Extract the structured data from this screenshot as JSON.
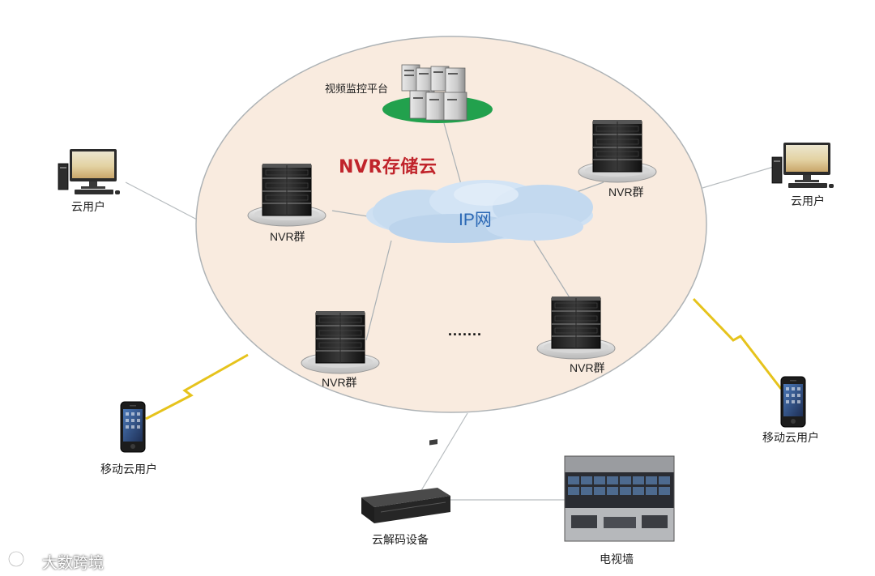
{
  "diagram": {
    "title": "NVR存储云",
    "network_label": "IP网",
    "platform_label": "视频监控平台",
    "nvr_labels": [
      "NVR群",
      "NVR群",
      "NVR群",
      "NVR群"
    ],
    "ellipsis": ".......",
    "cloud_users": [
      "云用户",
      "云用户"
    ],
    "mobile_users": [
      "移动云用户",
      "移动云用户"
    ],
    "decoder_label": "云解码设备",
    "video_wall_label": "电视墙",
    "watermark": "大数跨境",
    "colors": {
      "storage_cloud_fill": "#f9ebdf",
      "storage_cloud_stroke": "#aeb3b6",
      "ip_cloud": "#c9def2",
      "platform_base": "#22a14d",
      "title_red": "#c0242b",
      "ip_text_blue": "#2b68b5",
      "lightning": "#e6c31c"
    },
    "icons": [
      "server-rack-icon",
      "cloud-icon",
      "desktop-pc-icon",
      "smartphone-icon",
      "decoder-box-icon",
      "video-wall-icon",
      "lightning-icon"
    ]
  }
}
